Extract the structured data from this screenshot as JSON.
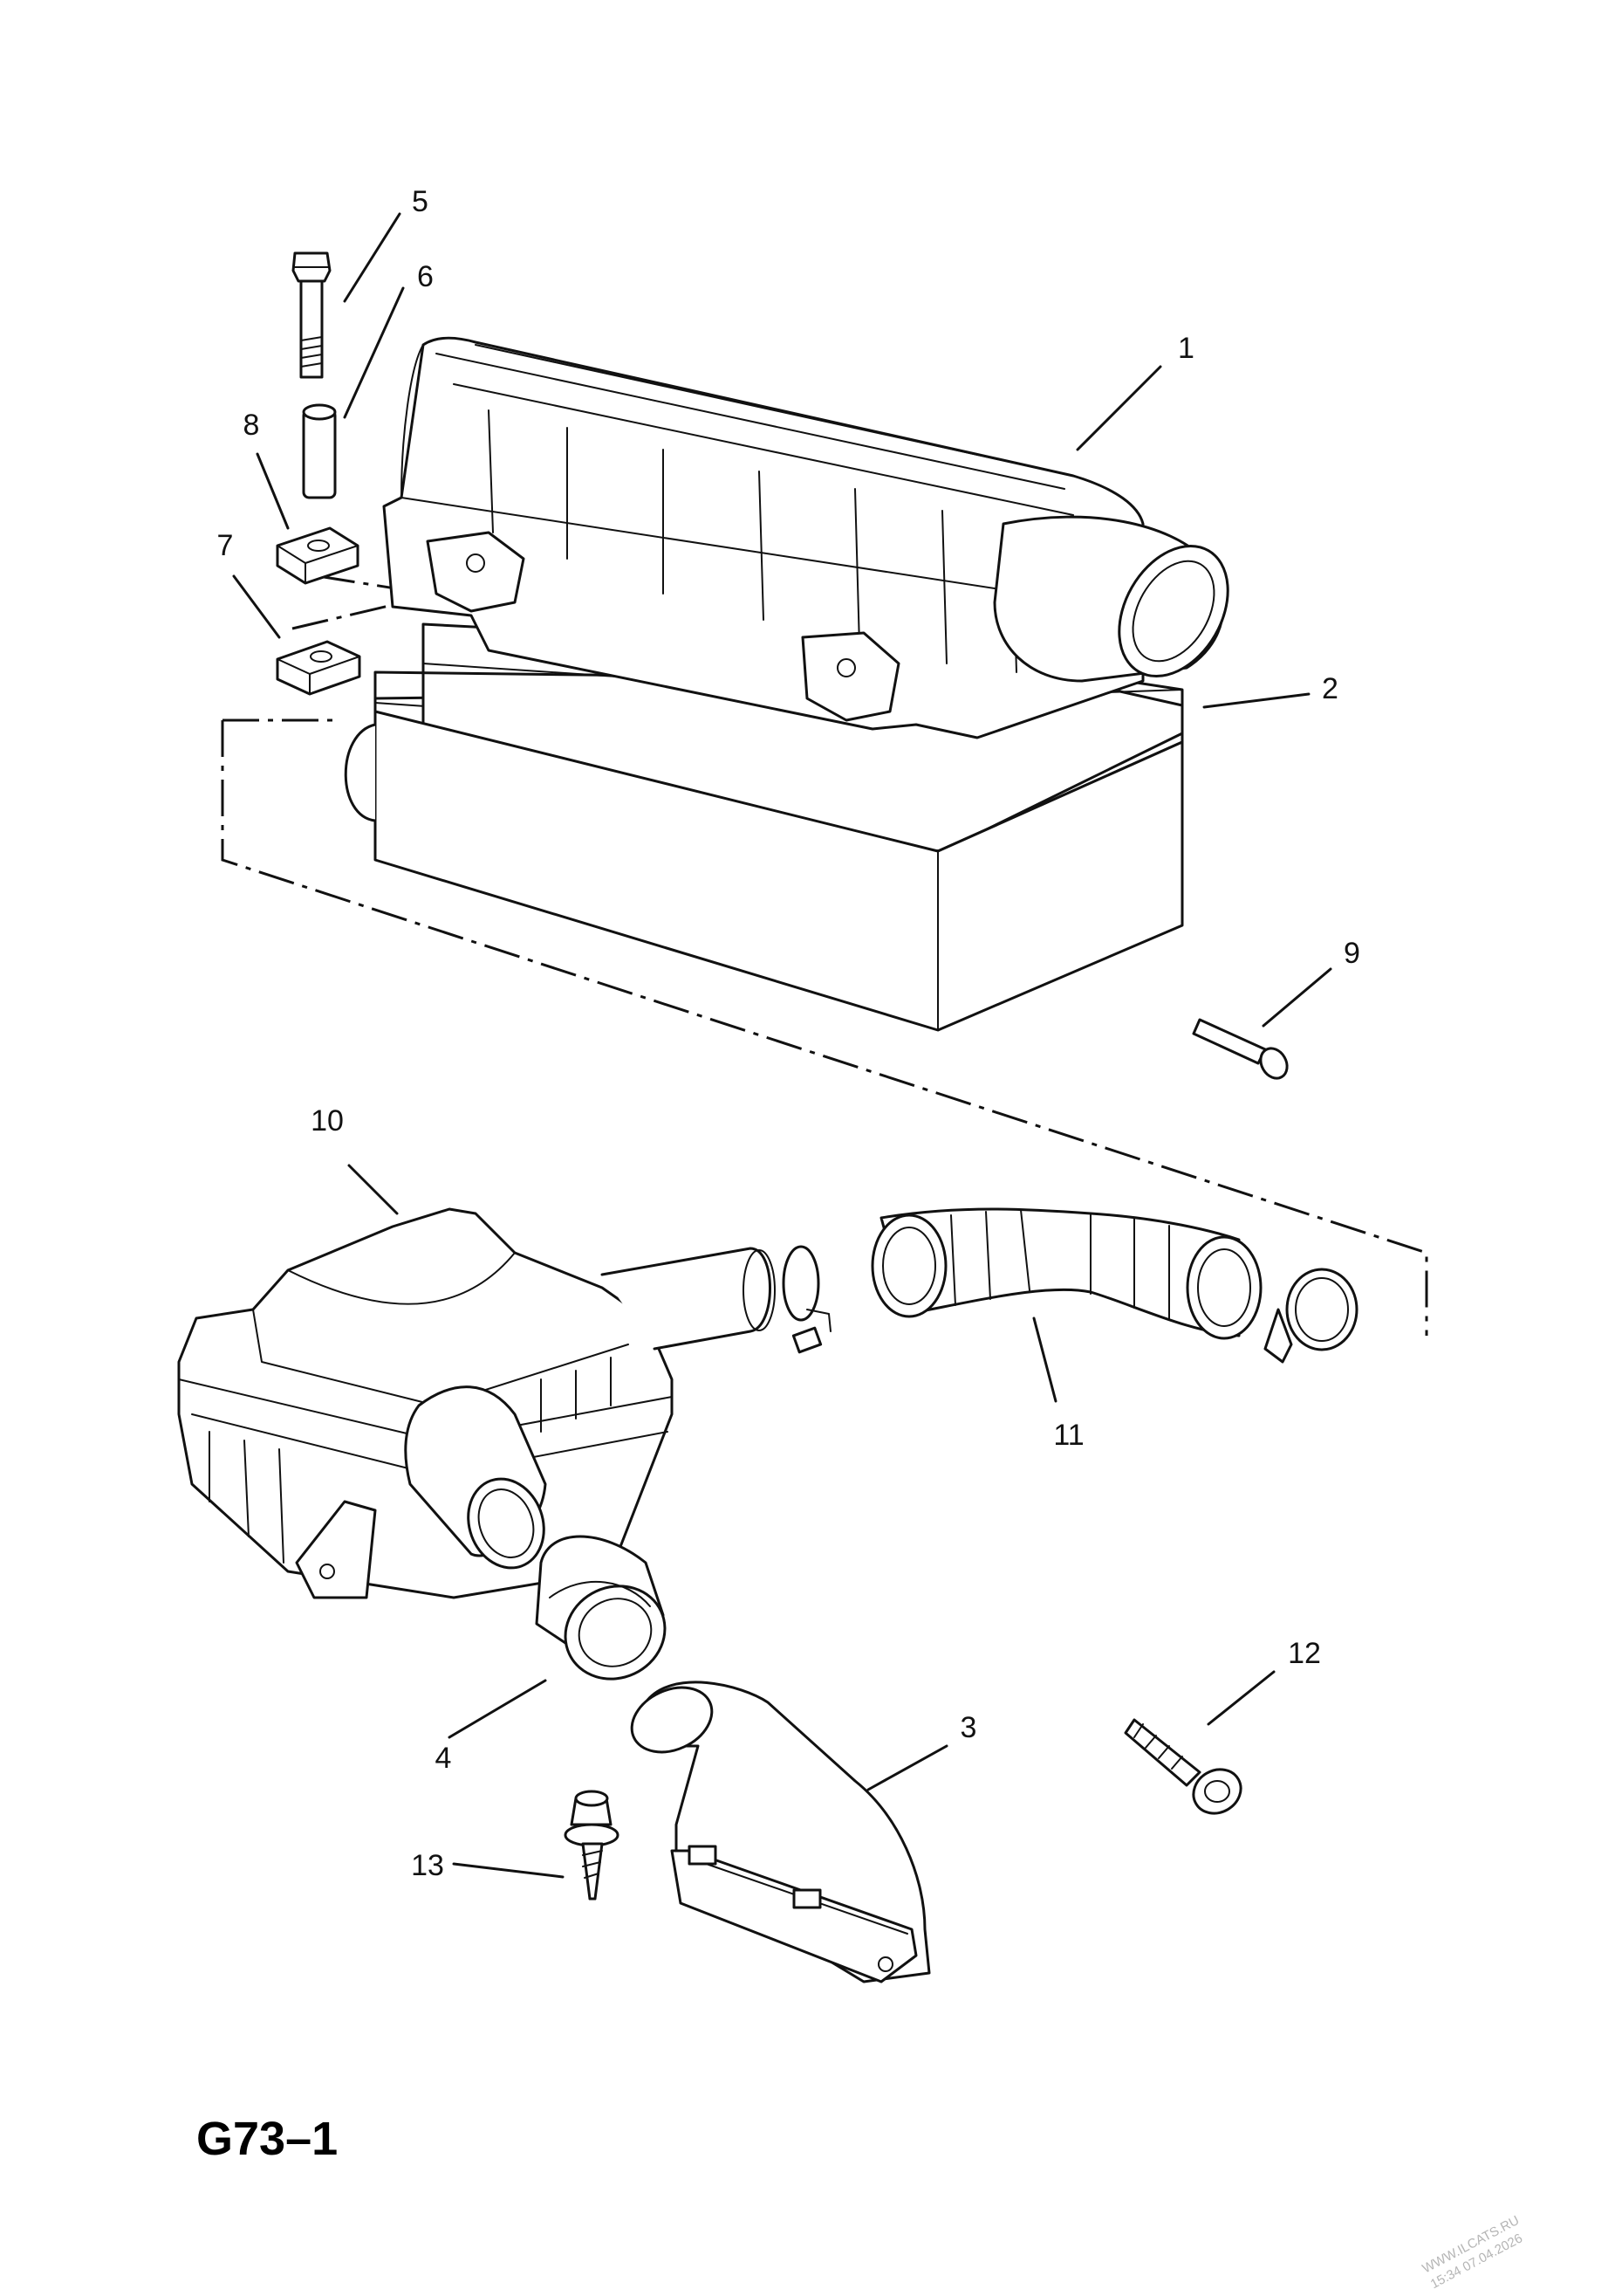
{
  "diagram_code": "G73–1",
  "watermark": {
    "site": "WWW.ILCATS.RU",
    "stamp": "15:34 07.04.2026"
  },
  "callouts": {
    "c1": "1",
    "c2": "2",
    "c3": "3",
    "c4": "4",
    "c5": "5",
    "c6": "6",
    "c7": "7",
    "c8": "8",
    "c9": "9",
    "c10": "10",
    "c11": "11",
    "c12": "12",
    "c13": "13"
  }
}
